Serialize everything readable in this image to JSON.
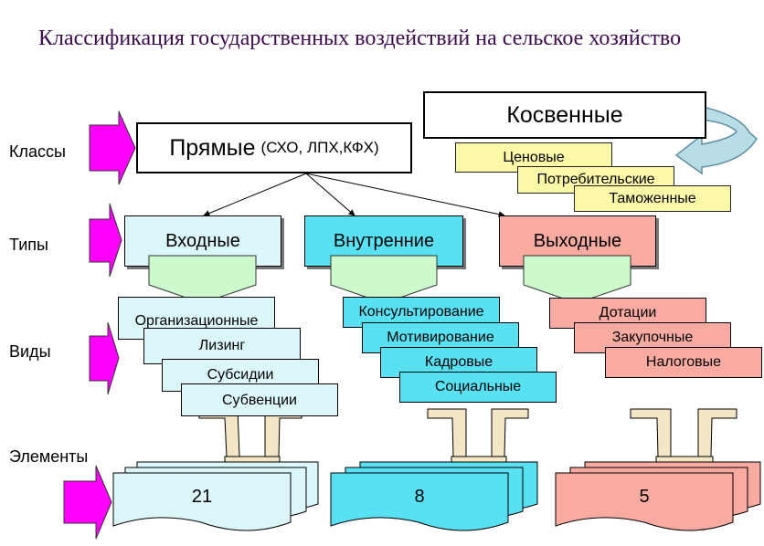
{
  "title": "Классификация государственных воздействий на сельское хозяйство",
  "row_labels": {
    "classes": "Классы",
    "types": "Типы",
    "kinds": "Виды",
    "elements": "Элементы"
  },
  "classes": {
    "direct": {
      "main": "Прямые",
      "detail": "(СХО, ЛПХ,КФХ)"
    },
    "indirect": {
      "label": "Косвенные",
      "items": [
        "Ценовые",
        "Потребительские",
        "Таможенные"
      ]
    }
  },
  "types": [
    "Входные",
    "Внутренние",
    "Выходные"
  ],
  "kinds": {
    "input": [
      "Организационные",
      "Лизинг",
      "Субсидии",
      "Субвенции"
    ],
    "internal": [
      "Консультирование",
      "Мотивирование",
      "Кадровые",
      "Социальные"
    ],
    "output": [
      "Дотации",
      "Закупочные",
      "Налоговые"
    ]
  },
  "elements": [
    "21",
    "8",
    "5"
  ],
  "colors": {
    "title": "#3d0b4f",
    "arrow_magenta": "#ff00ff",
    "light_cyan": "#dcf7fa",
    "cyan": "#58e0f3",
    "salmon": "#f9aaa1",
    "yellow": "#fbf8a8",
    "chevron_green": "#ccfacc",
    "connector_tan": "#f2e6c4",
    "curved_arrow": "#b8dde6"
  }
}
